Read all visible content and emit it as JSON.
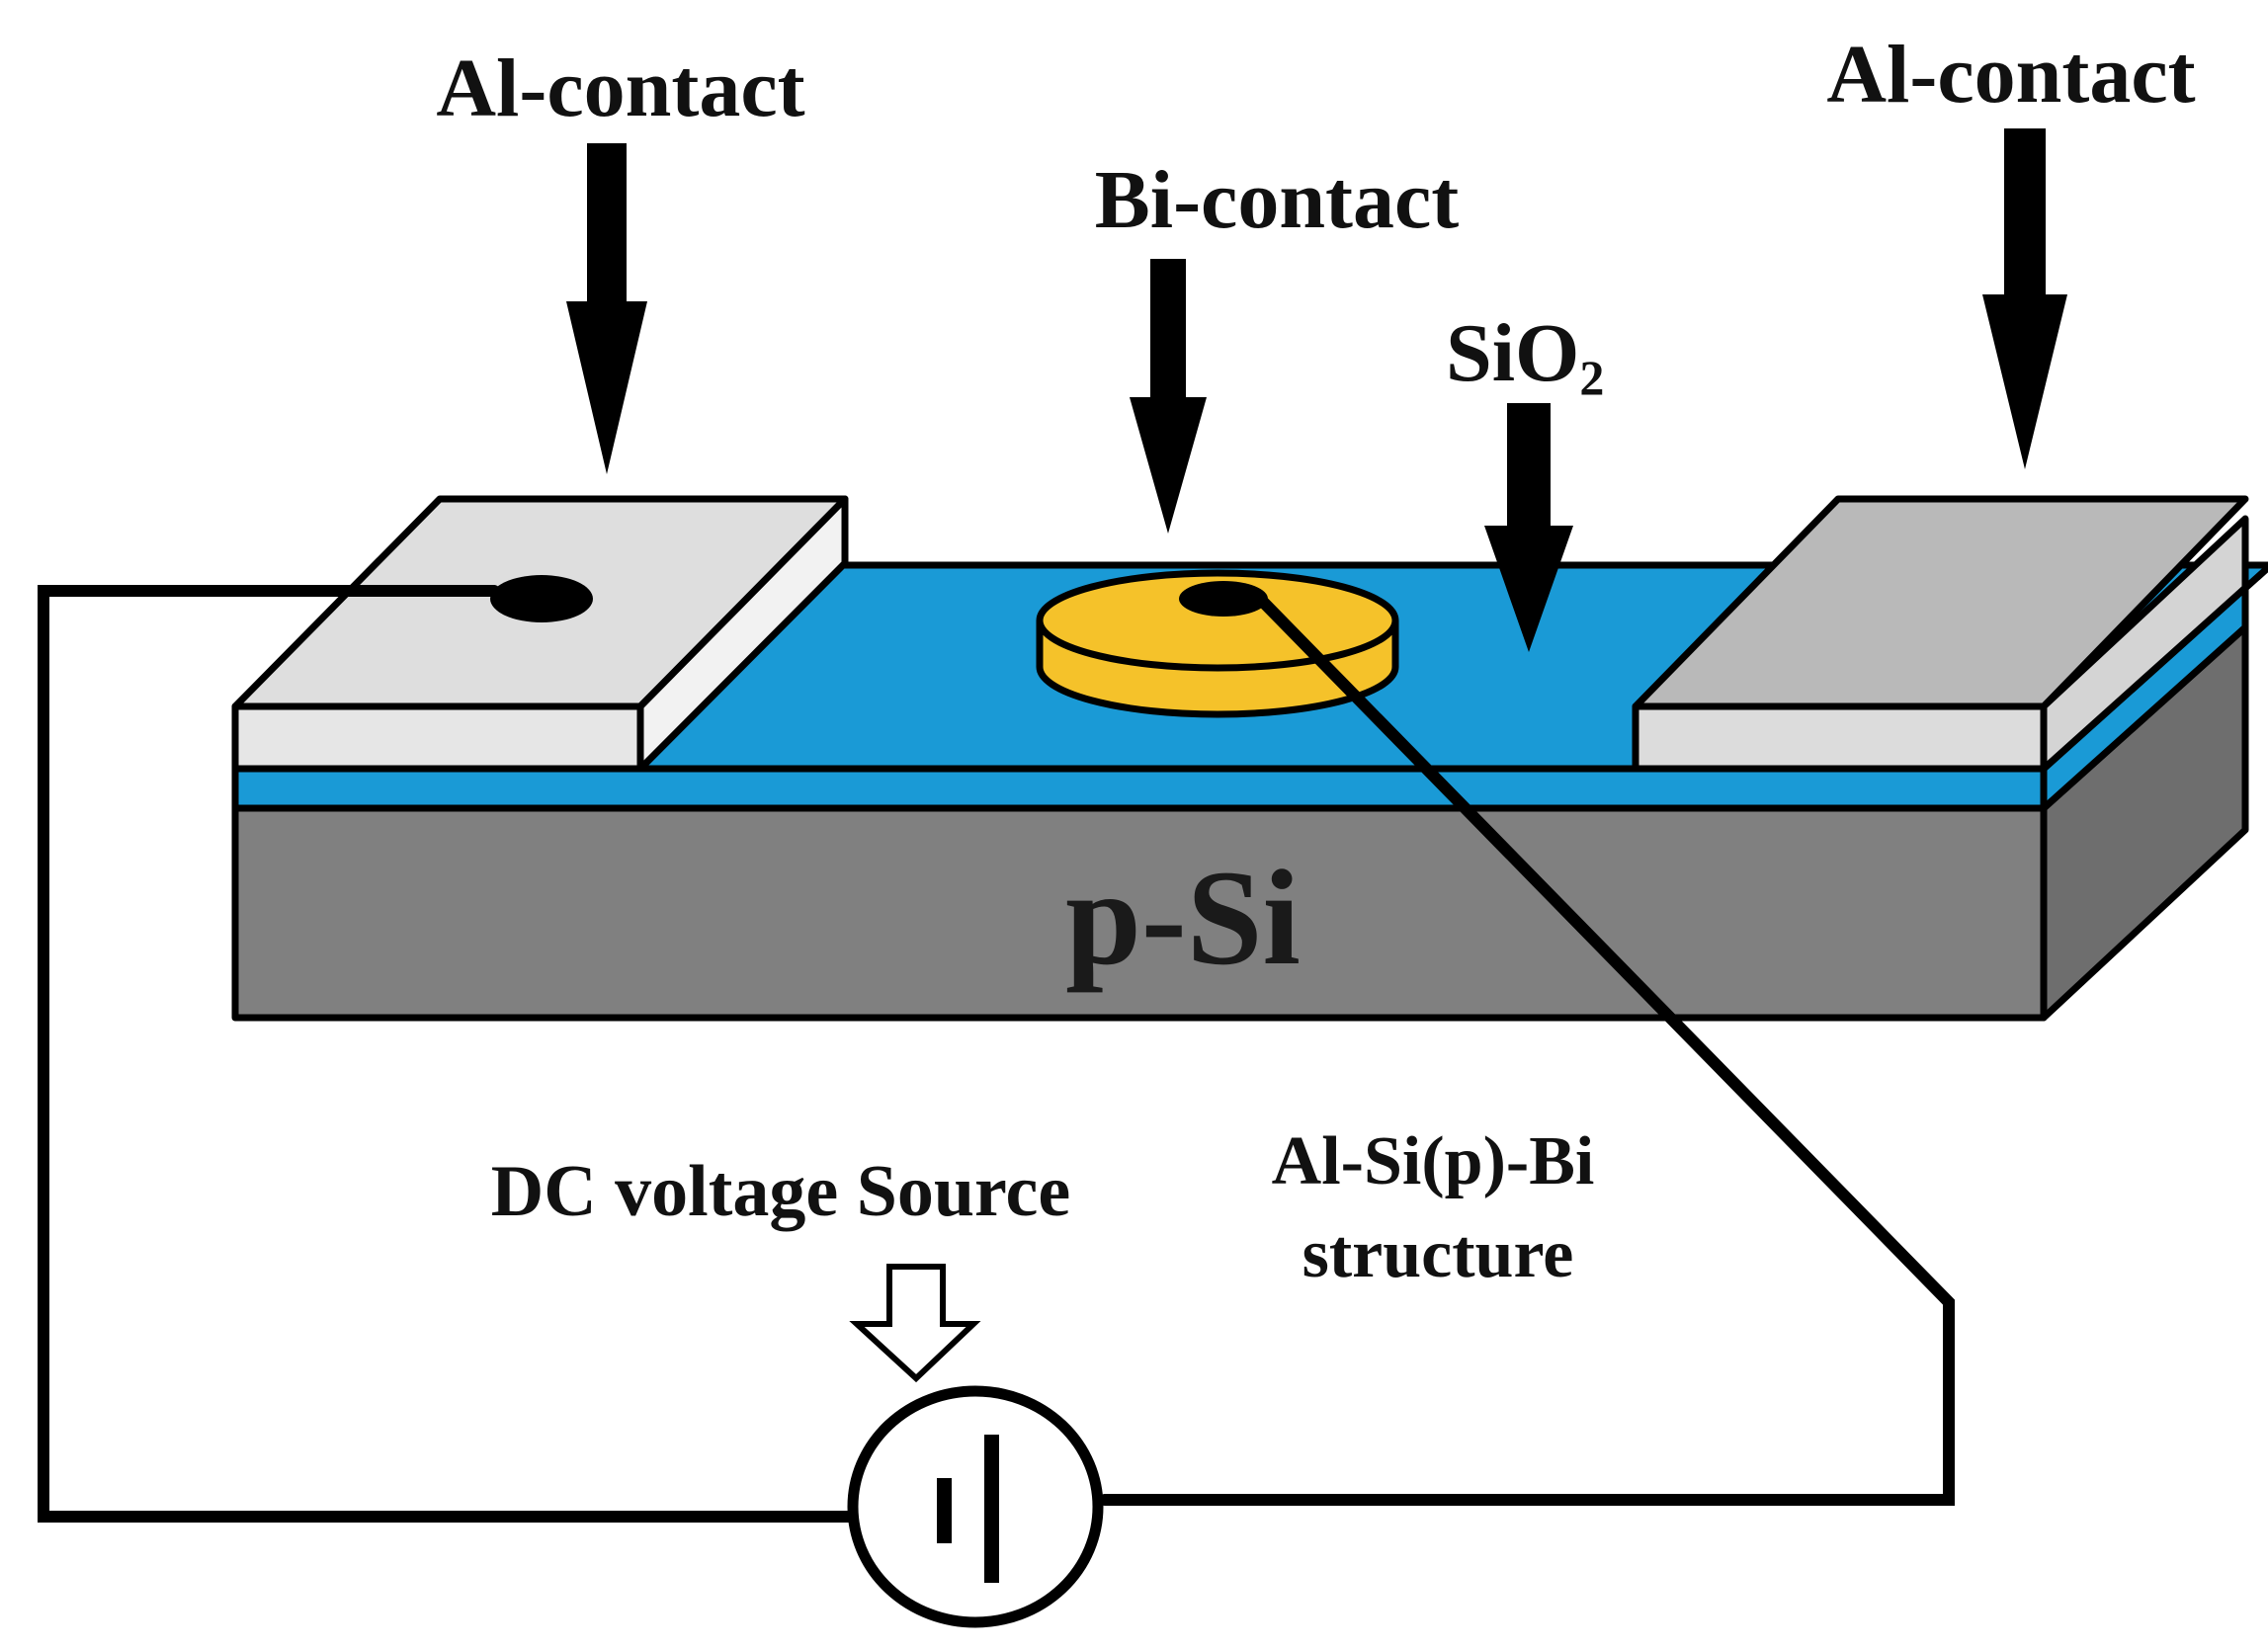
{
  "labels": {
    "al_contact_left": "Al-contact",
    "al_contact_right": "Al-contact",
    "bi_contact": "Bi-contact",
    "sio2_main": "SiO",
    "sio2_sub": "2",
    "substrate": "p-Si",
    "dc_source": "DC voltage Source",
    "structure_line1": "Al-Si(p)-Bi",
    "structure_line2": "structure"
  },
  "colors": {
    "outline": "#000000",
    "silicon_front": "#808080",
    "silicon_side": "#6e6e6e",
    "oxide": "#1a9ad6",
    "al_left_top": "#dedede",
    "al_left_front": "#e6e6e6",
    "al_right_top": "#b9b9b9",
    "al_right_front": "#dcdcdc",
    "bismuth": "#f5c22a",
    "wire": "#000000",
    "background": "#ffffff"
  },
  "icons": {
    "arrow": "down-arrow-icon",
    "hollow_arrow": "hollow-down-arrow-icon",
    "battery": "dc-source-symbol-icon"
  }
}
